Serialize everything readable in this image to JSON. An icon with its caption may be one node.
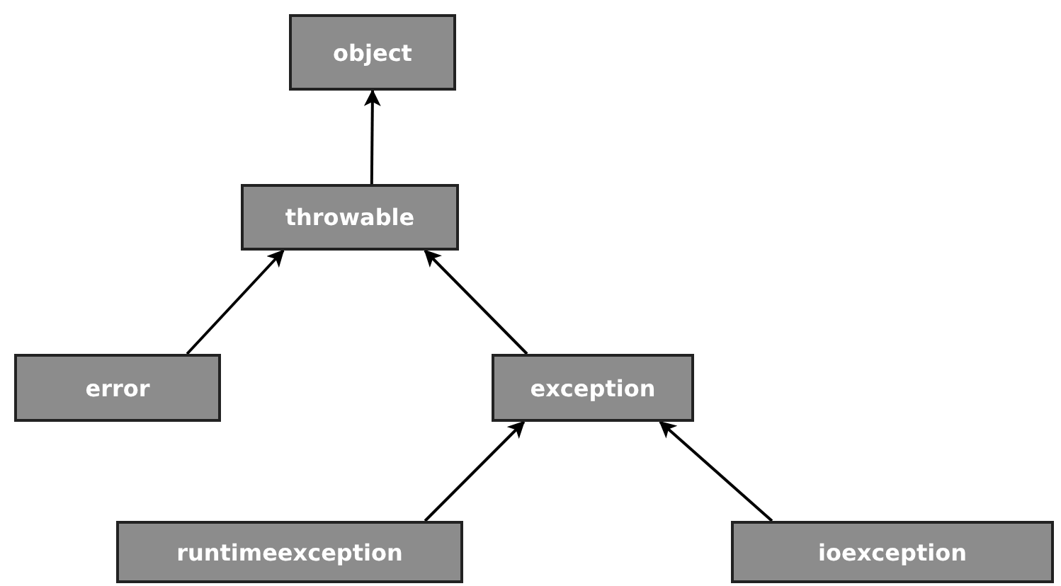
{
  "diagram": {
    "nodes": [
      {
        "text": [
          "object"
        ]
      },
      {
        "text": [
          "throwable"
        ]
      },
      {
        "text": [
          "error"
        ]
      },
      {
        "text": [
          "exception"
        ]
      },
      {
        "text": [
          "runtimeexception"
        ]
      },
      {
        "text": [
          "ioexception"
        ]
      }
    ],
    "edges": [
      {
        "from": 1,
        "to": 0,
        "arrow": "to"
      },
      {
        "from": 2,
        "to": 1,
        "arrow": "to"
      },
      {
        "from": 3,
        "to": 1,
        "arrow": "to"
      },
      {
        "from": 4,
        "to": 3,
        "arrow": "to"
      },
      {
        "from": 5,
        "to": 3,
        "arrow": "to"
      }
    ]
  }
}
